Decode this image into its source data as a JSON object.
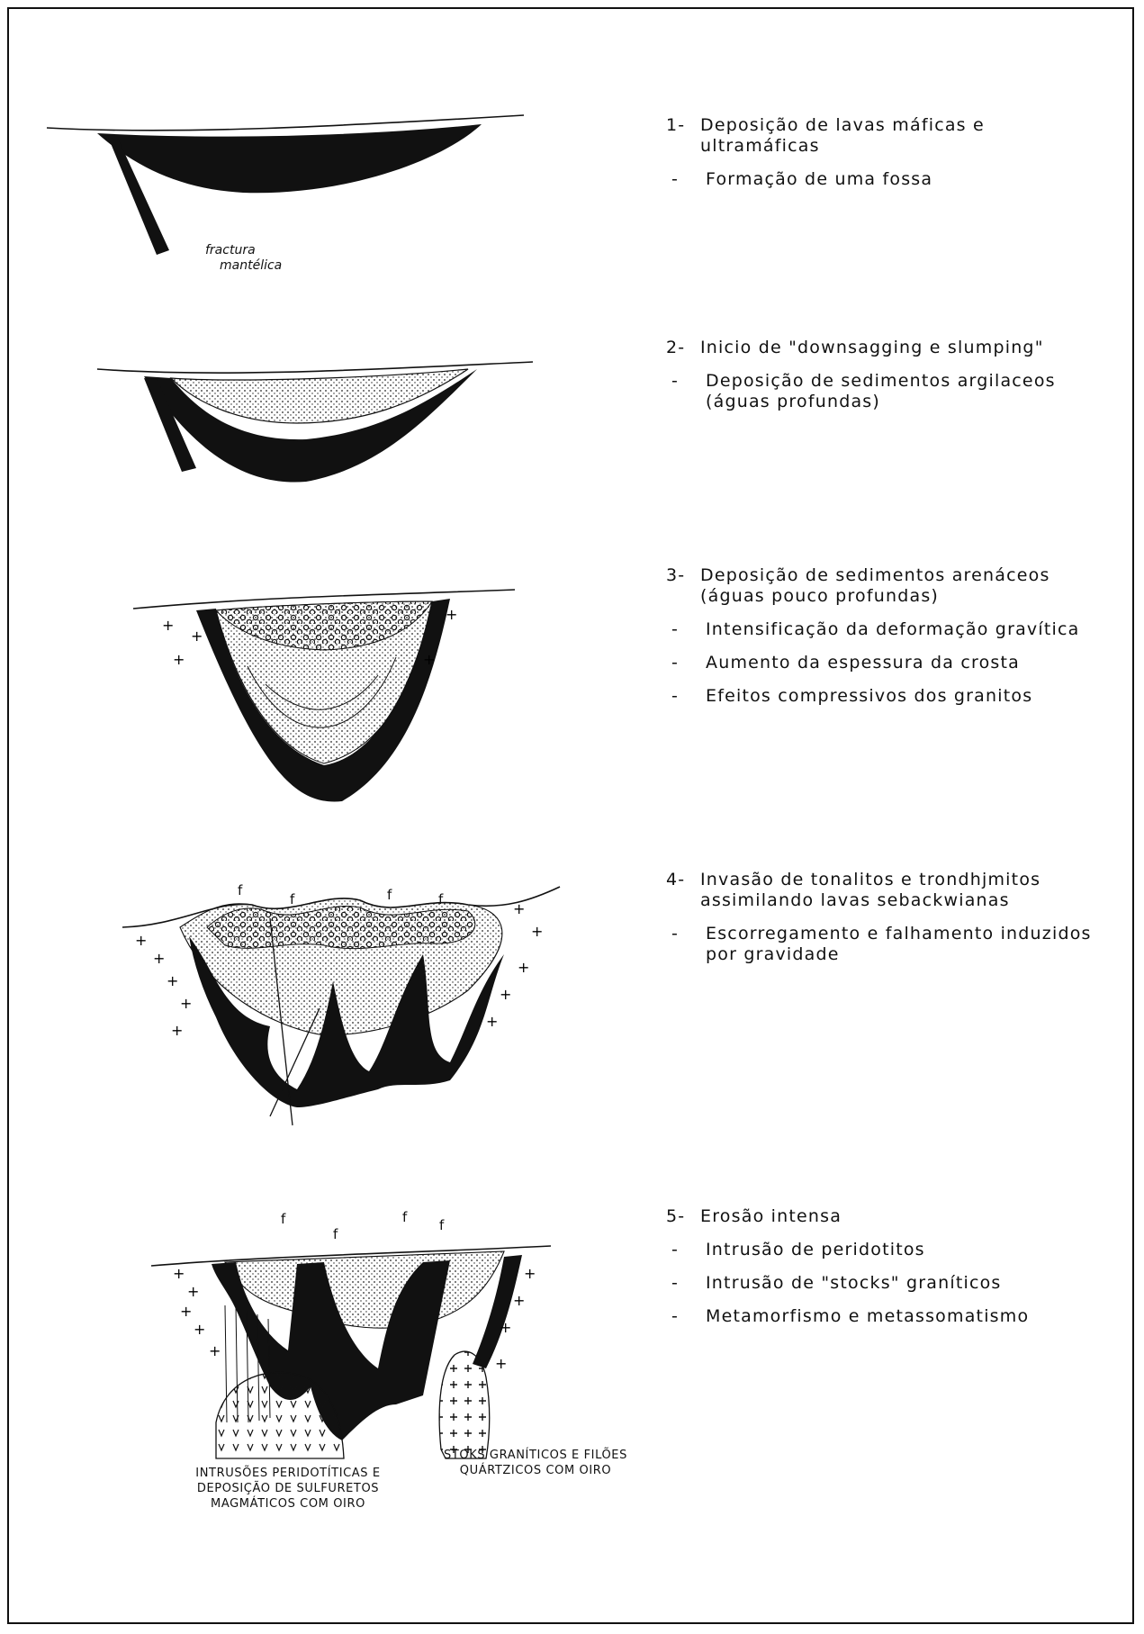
{
  "stages": [
    {
      "id": 1,
      "items": [
        {
          "marker": "1-",
          "text": "Deposição de lavas máficas e\nultramáficas"
        },
        {
          "marker": "-",
          "text": "Formação de uma fossa"
        }
      ],
      "annotations": [
        "fractura",
        "mantélica"
      ]
    },
    {
      "id": 2,
      "items": [
        {
          "marker": "2-",
          "text": "Inicio de \"downsagging e slumping\""
        },
        {
          "marker": "-",
          "text": "Deposição de sedimentos argilaceos\n              (águas profundas)"
        }
      ]
    },
    {
      "id": 3,
      "items": [
        {
          "marker": "3-",
          "text": "Deposição de sedimentos arenáceos\n         (águas pouco profundas)"
        },
        {
          "marker": "-",
          "text": "Intensificação da deformação gravítica"
        },
        {
          "marker": "-",
          "text": "Aumento da espessura da crosta"
        },
        {
          "marker": "-",
          "text": "Efeitos compressivos dos granitos"
        }
      ]
    },
    {
      "id": 4,
      "items": [
        {
          "marker": "4-",
          "text": "Invasão de tonalitos e trondhjmitos\nassimilando lavas sebackwianas"
        },
        {
          "marker": "-",
          "text": "Escorregamento e falhamento induzidos\npor gravidade"
        }
      ],
      "fault_labels": [
        "f",
        "f",
        "f",
        "f"
      ]
    },
    {
      "id": 5,
      "items": [
        {
          "marker": "5-",
          "text": "Erosão intensa"
        },
        {
          "marker": "-",
          "text": "Intrusão de peridotitos"
        },
        {
          "marker": "-",
          "text": "Intrusão de \"stocks\" graníticos"
        },
        {
          "marker": "-",
          "text": "Metamorfismo e metassomatismo"
        }
      ],
      "fault_labels": [
        "f",
        "f",
        "f",
        "f"
      ],
      "captions": {
        "left": "INTRUSÕES PERIDOTÍTICAS E\nDEPOSIÇÃO DE SULFURETOS\nMAGMÁTICOS COM OIRO",
        "right": "STOKS GRANÍTICOS E FILÕES\nQUÁRTZICOS COM OIRO"
      }
    }
  ]
}
